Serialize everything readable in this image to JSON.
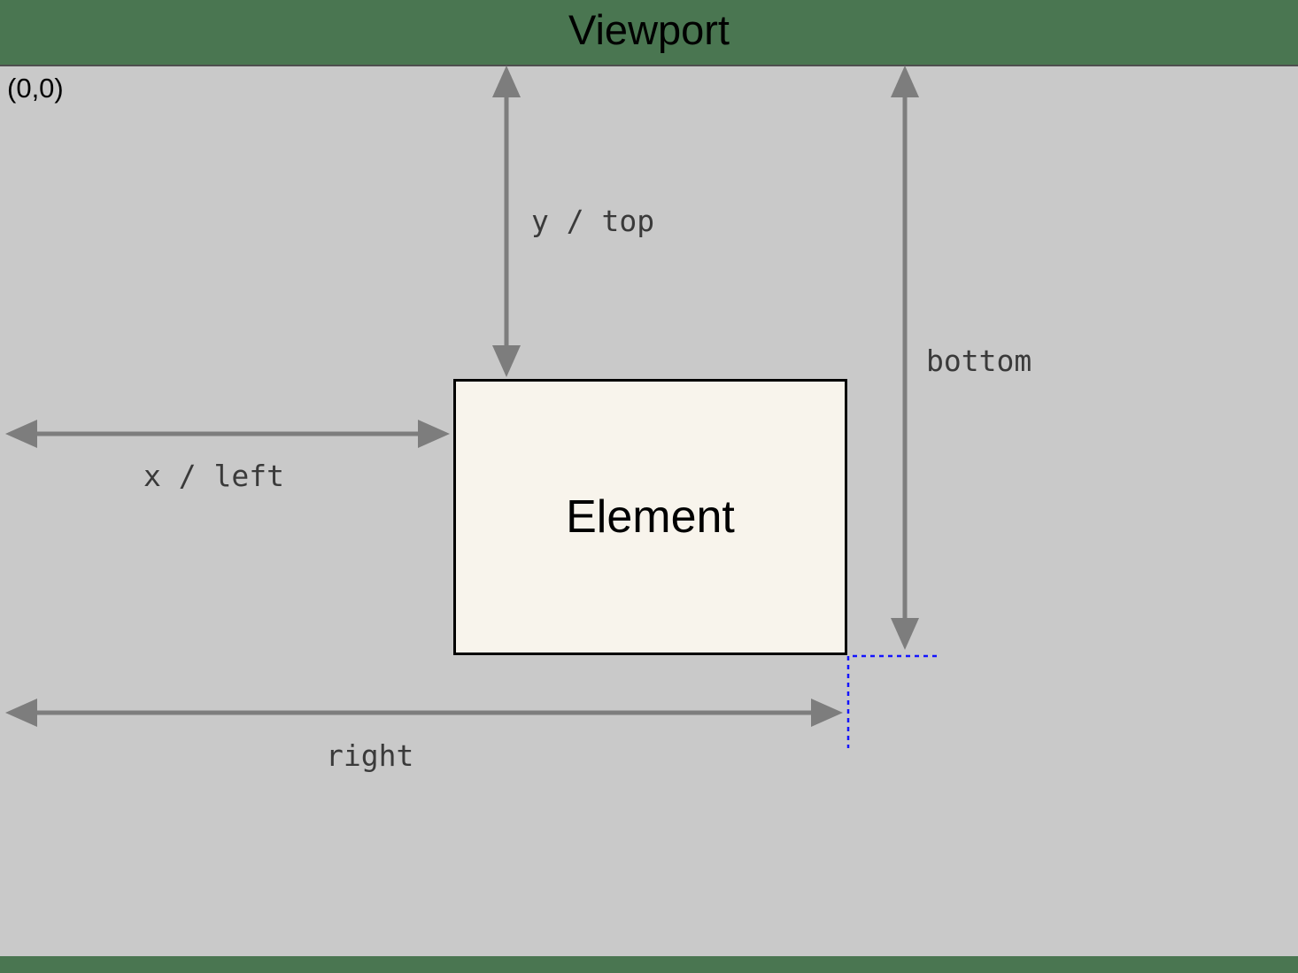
{
  "diagram": {
    "title": "Viewport",
    "origin_label": "(0,0)",
    "element_label": "Element",
    "arrow_labels": {
      "y_top": "y / top",
      "x_left": "x / left",
      "bottom": "bottom",
      "right": "right"
    },
    "colors": {
      "background_green": "#4a7651",
      "viewport_gray": "#c9c9c9",
      "element_fill": "#f8f4ec",
      "element_border": "#000000",
      "arrow_gray": "#7d7d7d",
      "label_text": "#3a3a3a",
      "guide_blue": "#1414ff"
    }
  }
}
